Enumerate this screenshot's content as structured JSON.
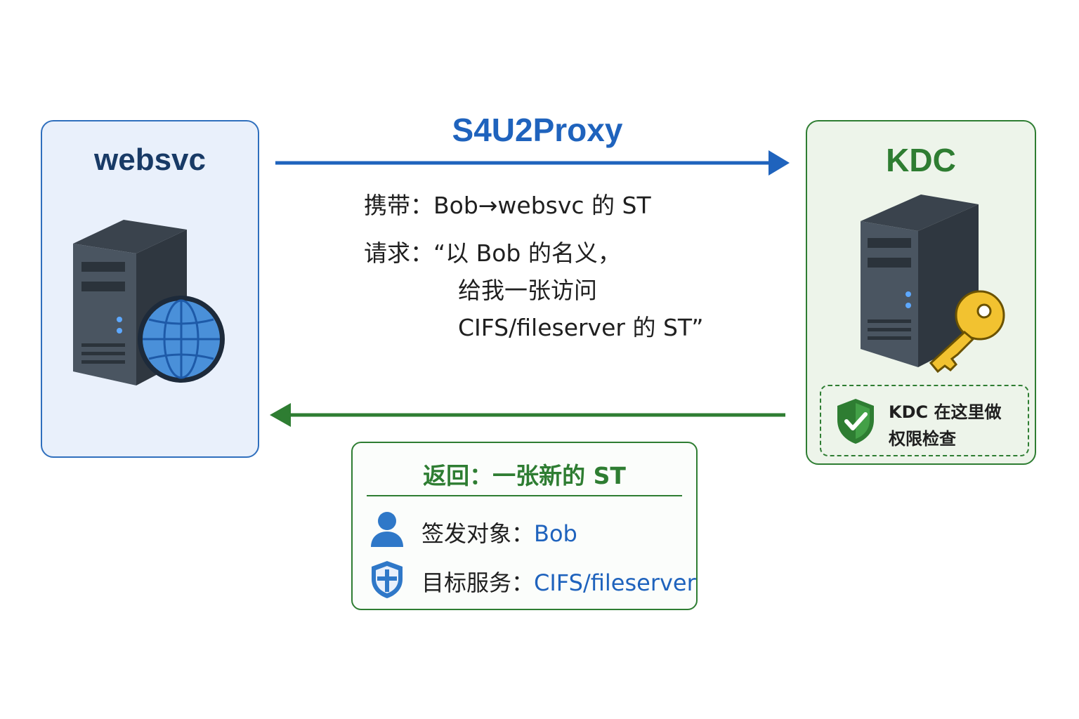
{
  "websvc": {
    "title": "websvc"
  },
  "kdc": {
    "title": "KDC",
    "note_line1": "KDC 在这里做",
    "note_line2": "权限检查"
  },
  "request": {
    "title": "S4U2Proxy",
    "carry": "携带：Bob→websvc 的 ST",
    "ask_line1": "请求：“以 Bob 的名义，",
    "ask_line2": "给我一张访问",
    "ask_line3": "CIFS/fileserver 的 ST”"
  },
  "response": {
    "title": "返回：一张新的 ST",
    "issuer_label": "签发对象：",
    "issuer_value": "Bob",
    "target_label": "目标服务：",
    "target_value": "CIFS/fileserver"
  },
  "colors": {
    "blue_accent": "#1f63bd",
    "green_accent": "#2e7d32",
    "server_body": "#4a5561",
    "key_gold": "#f2c230"
  },
  "icons": [
    "server-icon",
    "globe-icon",
    "key-icon",
    "shield-check-icon",
    "user-icon",
    "shield-service-icon"
  ]
}
